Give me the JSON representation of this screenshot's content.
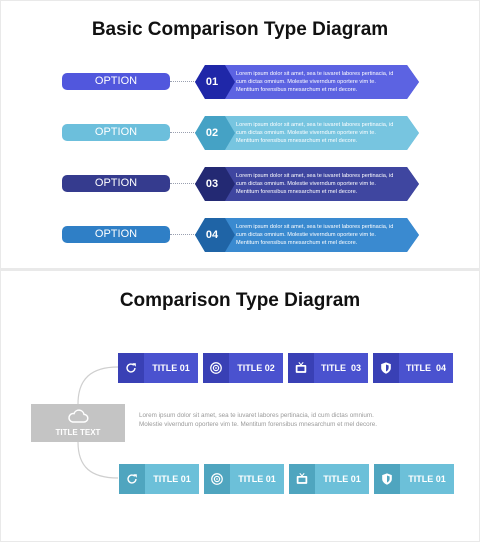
{
  "slide1": {
    "title": "Basic Comparison Type Diagram",
    "rows": [
      {
        "label": "OPTION",
        "number": "01",
        "pill_color": "#5157dd",
        "arrow_color": "#5c63e2",
        "tail_color": "#2b33c4",
        "num_color": "#1f27a8",
        "text": "Lorem ipsum dolor sit amet, sea te iuvaret labores pertinacia, id cum dictas omnium. Molestie viverndum oportere vim te. Mentitum forensibus mnesarchum et mel decore."
      },
      {
        "label": "OPTION",
        "number": "02",
        "pill_color": "#6cbfdc",
        "arrow_color": "#77c5e0",
        "tail_color": "#5bb1cf",
        "num_color": "#45a2c5",
        "text": "Lorem ipsum dolor sit amet, sea te iuvaret labores pertinacia, id cum dictas omnium. Molestie viverndum oportere vim te. Mentitum forensibus mnesarchum et mel decore."
      },
      {
        "label": "OPTION",
        "number": "03",
        "pill_color": "#353b8e",
        "arrow_color": "#3f46a0",
        "tail_color": "#2e3482",
        "num_color": "#232973",
        "text": "Lorem ipsum dolor sit amet, sea te iuvaret labores pertinacia, id cum dictas omnium. Molestie viverndum oportere vim te. Mentitum forensibus mnesarchum et mel decore."
      },
      {
        "label": "OPTION",
        "number": "04",
        "pill_color": "#2f7fc6",
        "arrow_color": "#3a8ad0",
        "tail_color": "#2a74bb",
        "num_color": "#1f64a6",
        "text": "Lorem ipsum dolor sit amet, sea te iuvaret labores pertinacia, id cum dictas omnium. Molestie viverndum oportere vim te. Mentitum forensibus mnesarchum et mel decore."
      }
    ]
  },
  "slide2": {
    "title": "Comparison Type Diagram",
    "center_label": "TITLE TEXT",
    "center_icon": "cloud-icon",
    "description": "Lorem ipsum dolor sit amet, sea te iuvaret labores pertinacia, id cum dictas omnium. Molestie viverndum oportere vim te. Mentitum forensibus mnesarchum et mel decore.",
    "top_boxes": [
      {
        "label": "TITLE 01",
        "icon": "refresh-icon"
      },
      {
        "label": "TITLE 02",
        "icon": "target-icon"
      },
      {
        "label": "TITLE  03",
        "icon": "tv-icon"
      },
      {
        "label": "TITLE  04",
        "icon": "shield-icon"
      }
    ],
    "bottom_boxes": [
      {
        "label": "TITLE 01",
        "icon": "refresh-icon"
      },
      {
        "label": "TITLE 01",
        "icon": "target-icon"
      },
      {
        "label": "TITLE 01",
        "icon": "tv-icon"
      },
      {
        "label": "TITLE 01",
        "icon": "shield-icon"
      }
    ],
    "colors": {
      "top": "#4a52cf",
      "bottom": "#6cc0d9",
      "center": "#c4c4c4"
    }
  }
}
